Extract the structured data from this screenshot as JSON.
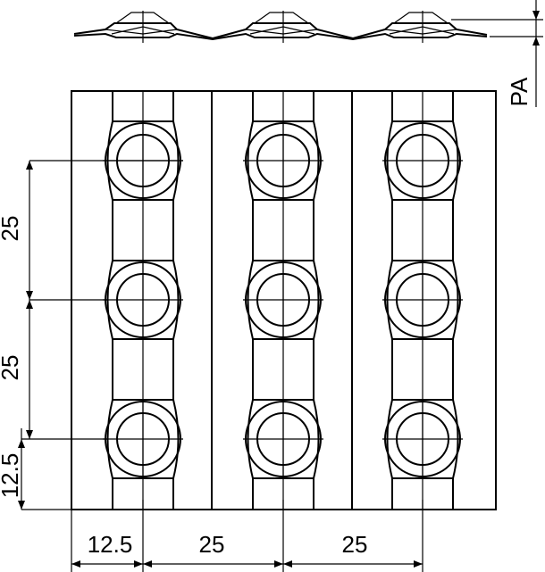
{
  "drawing": {
    "dimensions": {
      "vertical_upper": "25",
      "vertical_middle": "25",
      "vertical_lower": "12.5",
      "horizontal_left": "12.5",
      "horizontal_middle": "25",
      "horizontal_right": "25"
    },
    "section_label": "PA"
  }
}
